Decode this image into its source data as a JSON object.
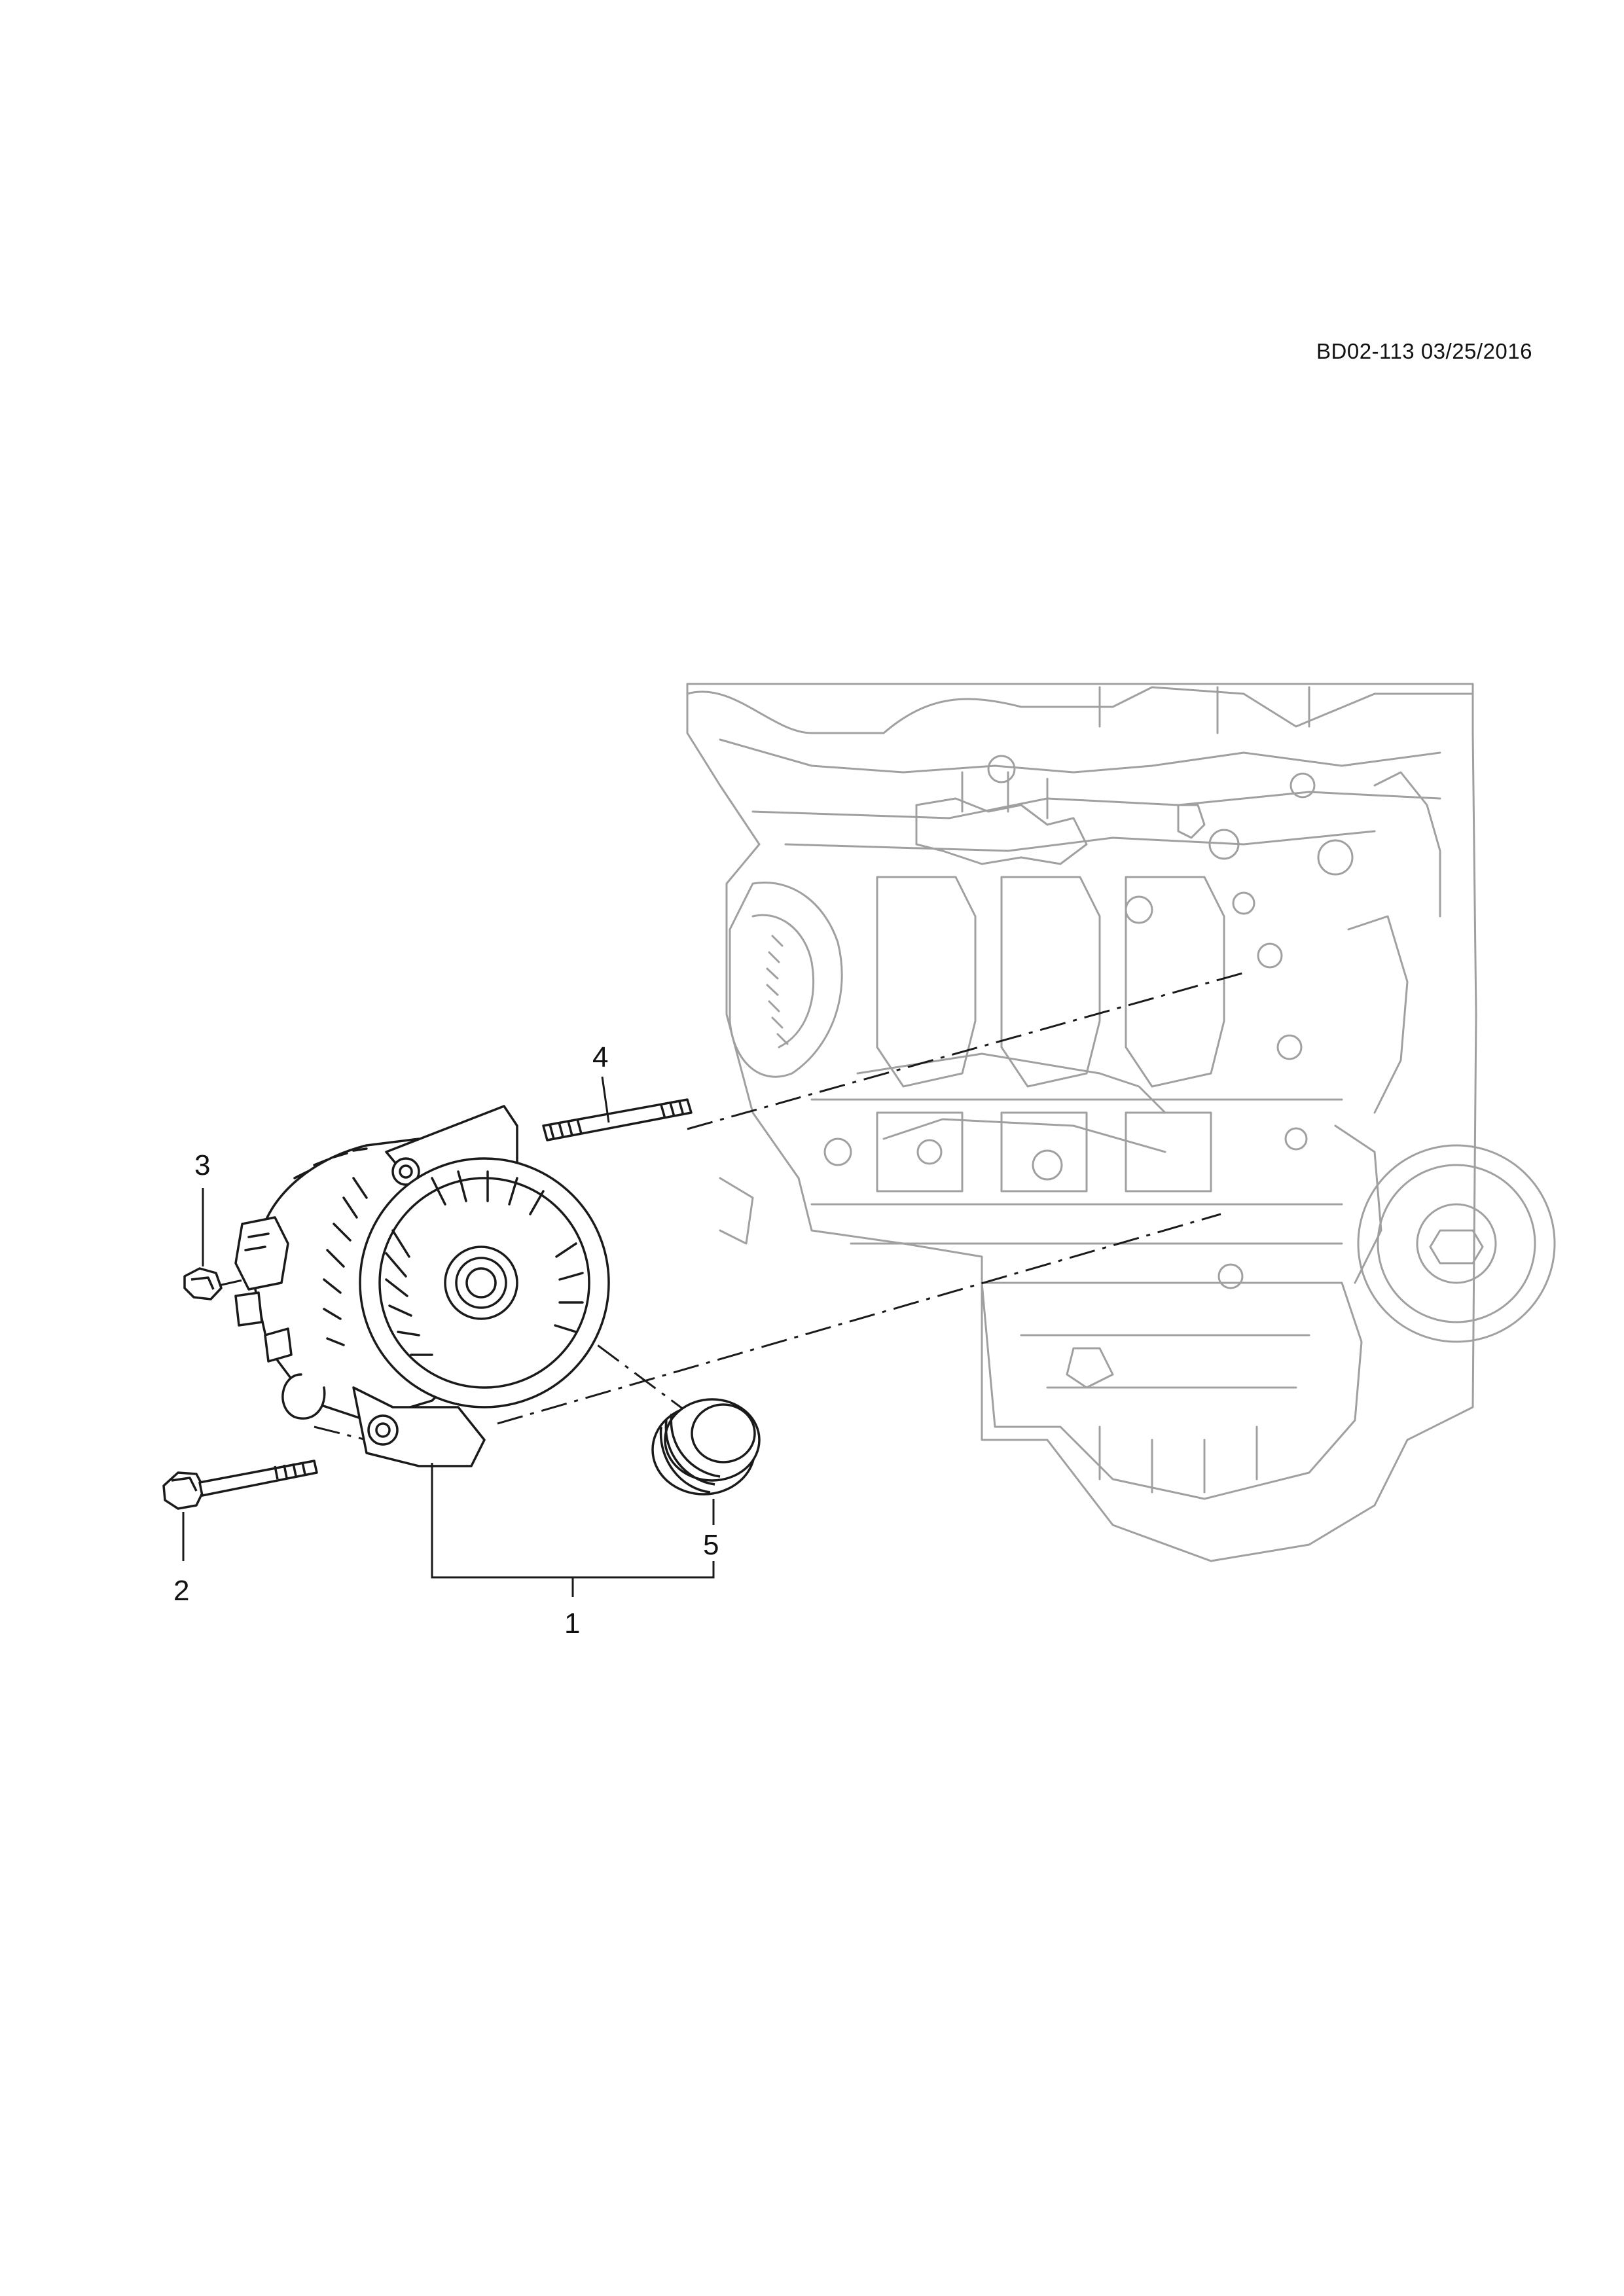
{
  "drawing": {
    "code": "BD02-113 03/25/2016",
    "line_color": "#1a1a1a",
    "ghost_color": "#a0a0a0"
  },
  "callouts": {
    "c1": "1",
    "c2": "2",
    "c3": "3",
    "c4": "4",
    "c5": "5"
  }
}
